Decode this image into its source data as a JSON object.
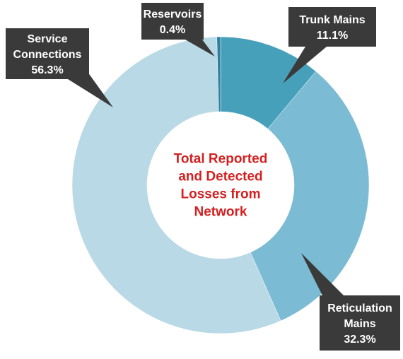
{
  "chart_data": {
    "type": "pie",
    "title": "Total Reported and Detected Losses from Network",
    "center_label_lines": [
      "Total Reported",
      "and Detected",
      "Losses from",
      "Network"
    ],
    "slices": [
      {
        "name_lines": [
          "Trunk Mains"
        ],
        "label": "Trunk Mains",
        "value": 11.1,
        "value_label": "11.1%",
        "color": "#47a0ba"
      },
      {
        "name_lines": [
          "Reticulation",
          "Mains"
        ],
        "label": "Reticulation Mains",
        "value": 32.3,
        "value_label": "32.3%",
        "color": "#7bbcd4"
      },
      {
        "name_lines": [
          "Service",
          "Connections"
        ],
        "label": "Service Connections",
        "value": 56.3,
        "value_label": "56.3%",
        "color": "#b8d9e5"
      },
      {
        "name_lines": [
          "Reservoirs"
        ],
        "label": "Reservoirs",
        "value": 0.4,
        "value_label": "0.4%",
        "color": "#2f7fa0"
      }
    ],
    "donut": true,
    "colors": {
      "callout_bg": "#3a3a3a",
      "callout_text": "#ffffff",
      "center_text": "#d42020"
    }
  }
}
